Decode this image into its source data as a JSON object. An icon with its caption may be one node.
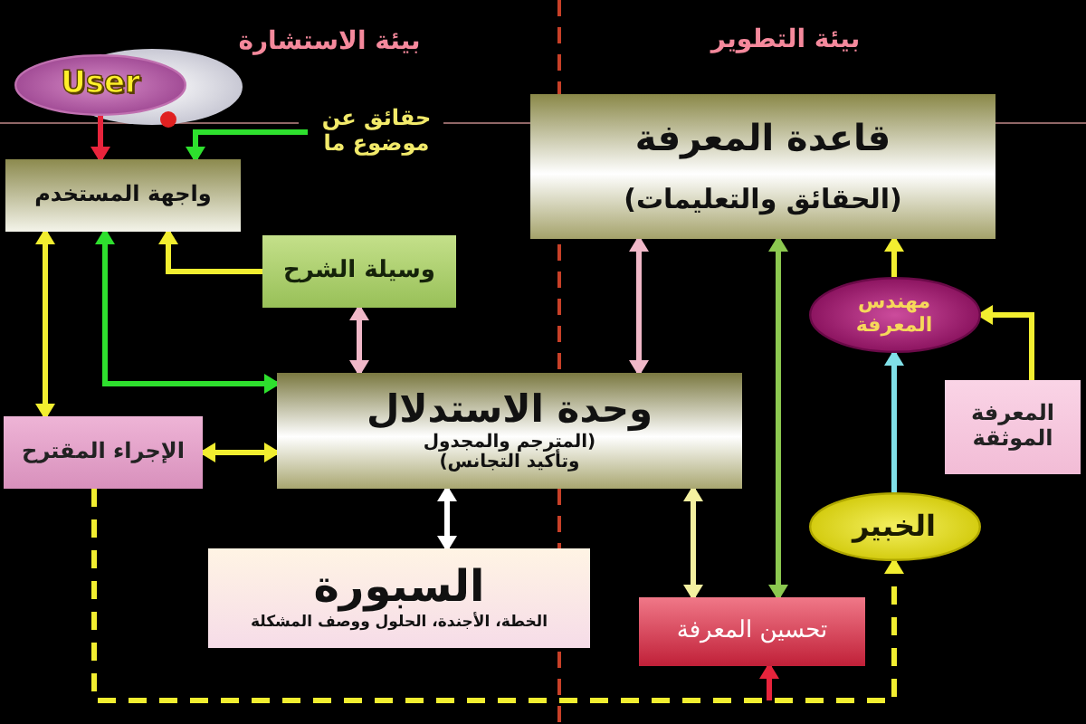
{
  "diagram": {
    "nodes": [
      {
        "text": [
          "User"
        ]
      },
      {
        "text": [
          "حقائق عن موضوع ما"
        ]
      },
      {
        "text": [
          "واجهة المستخدم"
        ]
      },
      {
        "text": [
          "قاعدة المعرفة",
          "(الحقائق والتعليمات)"
        ]
      },
      {
        "text": [
          "وسيلة الشرح"
        ]
      },
      {
        "text": [
          "مهندس المعرفة"
        ]
      },
      {
        "text": [
          "وحدة الاستدلال",
          "(المترجم والمجدول وتأكيد التجانس)"
        ]
      },
      {
        "text": [
          "الإجراء المقترح"
        ]
      },
      {
        "text": [
          "المعرفة الموثقة"
        ]
      },
      {
        "text": [
          "الخبير"
        ]
      },
      {
        "text": [
          "السبورة",
          "الخطة، الأجندة، الحلول ووصف المشكلة"
        ]
      },
      {
        "text": [
          "تحسين المعرفة"
        ]
      }
    ],
    "edges": [
      {
        "from": 0,
        "to": 2,
        "arrow": "to",
        "color": "#e8243c"
      },
      {
        "from": 1,
        "to": 2,
        "arrow": "to",
        "color": "#2ee02e"
      },
      {
        "from": 2,
        "to": 7,
        "arrow": "both"
      },
      {
        "from": 6,
        "to": 2,
        "arrow": "both",
        "color": "#2ee02e"
      },
      {
        "from": 4,
        "to": 2,
        "arrow": "to"
      },
      {
        "from": 4,
        "to": 6,
        "arrow": "both",
        "color": "#f0b8c8"
      },
      {
        "from": 7,
        "to": 6,
        "arrow": "both"
      },
      {
        "from": 6,
        "to": 10,
        "arrow": "both",
        "color": "#ffffff"
      },
      {
        "from": 3,
        "to": 6,
        "arrow": "both",
        "color": "#f0b8c8"
      },
      {
        "from": 6,
        "to": 11,
        "arrow": "both",
        "color": "#f4f0a0"
      },
      {
        "from": 3,
        "to": 11,
        "arrow": "both",
        "color": "#8cc850"
      },
      {
        "from": 5,
        "to": 3,
        "arrow": "to"
      },
      {
        "from": 8,
        "to": 5,
        "arrow": "to"
      },
      {
        "from": 9,
        "to": 5,
        "arrow": "to",
        "color": "#80e0e8"
      },
      {
        "from": 7,
        "to": 9,
        "arrow": "to",
        "style": "dashed"
      },
      {
        "from": null,
        "to": 11,
        "arrow": "to",
        "color": "#e8243c"
      }
    ],
    "labels": [
      "بيئة الاستشارة",
      "بيئة التطوير"
    ]
  }
}
